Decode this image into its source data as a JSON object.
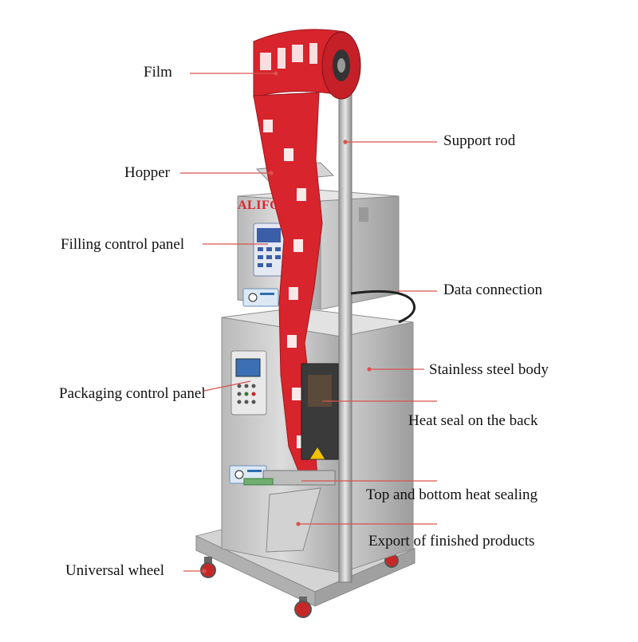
{
  "brand_mark": "ALIFOOD",
  "labels": {
    "film": "Film",
    "hopper": "Hopper",
    "filling_control_panel": "Filling control panel",
    "packaging_control_panel": "Packaging control panel",
    "universal_wheel": "Universal wheel",
    "support_rod": "Support rod",
    "data_connection": "Data connection",
    "stainless_steel_body": "Stainless steel body",
    "heat_seal_back": "Heat seal on the back",
    "top_bottom_heat_sealing": "Top and bottom heat sealing",
    "export_finished_products": "Export of finished products"
  },
  "colors": {
    "leader_line": "#d9534f",
    "film_red": "#d8242c",
    "steel": "#c9c9c9",
    "brand": "#d8242c"
  }
}
